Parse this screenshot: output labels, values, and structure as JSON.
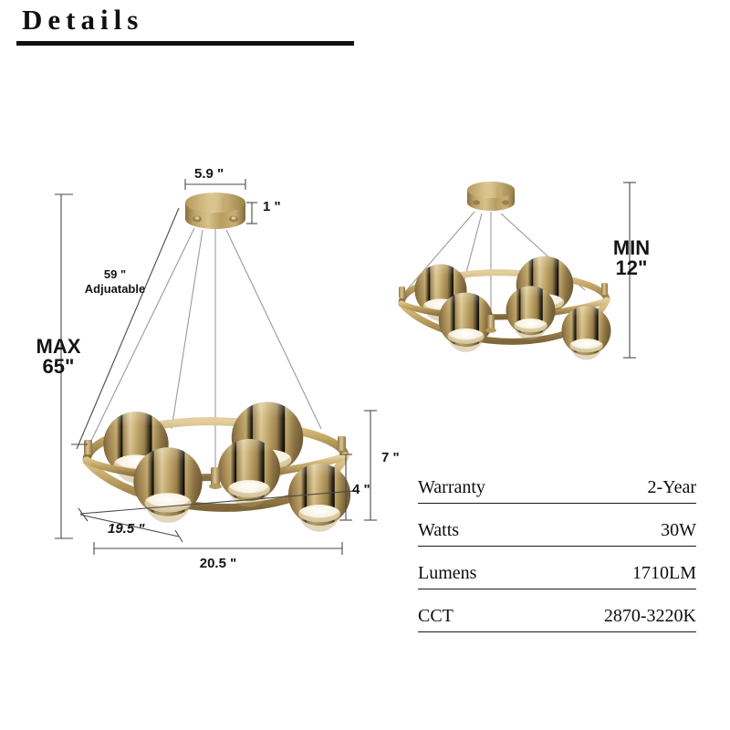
{
  "header": {
    "title": "Details"
  },
  "left_diagram": {
    "canopy_width": "5.9 \"",
    "canopy_height": "1 \"",
    "cable_length": "59 \"",
    "cable_note": "Adjuatable",
    "max_label": "MAX",
    "max_value": "65\"",
    "ring_diagonal": "19.5 \"",
    "ring_width": "20.5 \"",
    "shade_height": "4 \"",
    "fixture_height": "7 \""
  },
  "right_diagram": {
    "min_label": "MIN",
    "min_value": "12\""
  },
  "spec_table": {
    "rows": [
      {
        "key": "Warranty",
        "value": "2-Year"
      },
      {
        "key": "Watts",
        "value": "30W"
      },
      {
        "key": "Lumens",
        "value": "1710LM"
      },
      {
        "key": "CCT",
        "value": "2870-3220K"
      }
    ]
  },
  "colors": {
    "background": "#ffffff",
    "ink": "#141414",
    "rule": "#1a1a1a",
    "brass_light": "#d8c089",
    "brass_mid": "#b79a5e",
    "brass_dark": "#836a3e",
    "brass_deep": "#6d5730",
    "diffuser": "#f6efdd",
    "cable": "#9a9a9a",
    "dimension_line": "#4a4a4a"
  }
}
